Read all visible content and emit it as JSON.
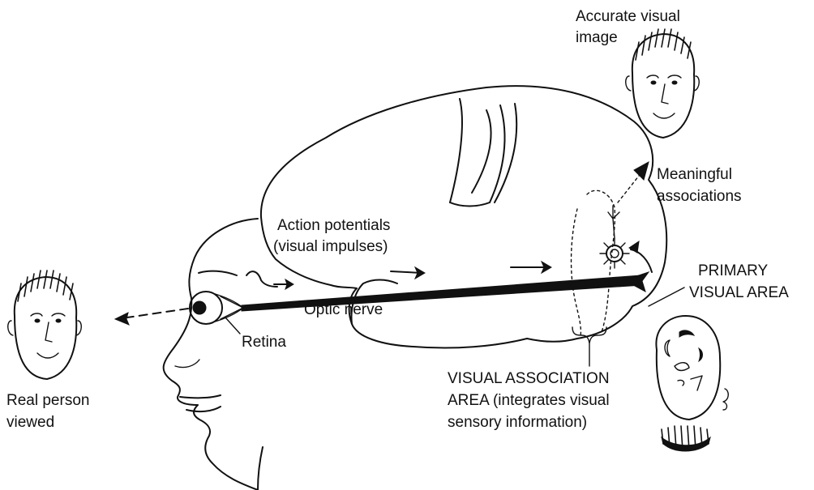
{
  "labels": {
    "accurate_visual_image": [
      "Accurate visual",
      "image"
    ],
    "meaningful_associations": [
      "Meaningful",
      "associations"
    ],
    "action_potentials": [
      "Action potentials",
      "(visual impulses)"
    ],
    "primary_visual_area": [
      "PRIMARY",
      "VISUAL AREA"
    ],
    "optic_nerve": "Optic nerve",
    "retina": "Retina",
    "visual_association_area": [
      "VISUAL ASSOCIATION",
      "AREA (integrates visual",
      "sensory information)"
    ],
    "real_person_viewed": [
      "Real person",
      "viewed"
    ]
  },
  "icons": {
    "real_face": "real-person-face-icon",
    "accurate_face": "accurate-visual-image-face-icon",
    "scrambled_face": "scrambled-face-icon",
    "eye": "eye-icon",
    "neuron": "neuron-icon"
  }
}
